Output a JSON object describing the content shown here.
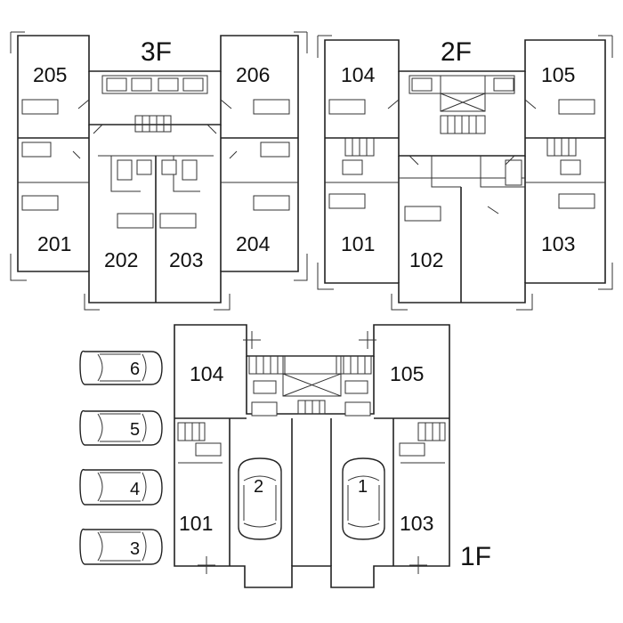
{
  "floors": {
    "third": {
      "label": "3F",
      "rooms": [
        "205",
        "206",
        "201",
        "202",
        "203",
        "204"
      ]
    },
    "second": {
      "label": "2F",
      "rooms": [
        "104",
        "105",
        "101",
        "102",
        "103"
      ]
    },
    "first": {
      "label": "1F",
      "rooms": [
        "104",
        "105",
        "101",
        "103"
      ],
      "garage_spaces": [
        "2",
        "1"
      ]
    }
  },
  "parking": {
    "spaces": [
      "6",
      "5",
      "4",
      "3"
    ]
  }
}
